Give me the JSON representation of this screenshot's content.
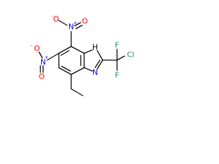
{
  "molecule": {
    "atoms": {
      "nitro_top_o_left": {
        "symbol": "O",
        "charge": "-"
      },
      "nitro_top_n": {
        "symbol": "N",
        "charge": "+"
      },
      "nitro_top_o_right": {
        "symbol": "O"
      },
      "nitro_left_o_top": {
        "symbol": "O",
        "charge": "-"
      },
      "nitro_left_n": {
        "symbol": "N",
        "charge": "+"
      },
      "nitro_left_o_bottom": {
        "symbol": "O"
      },
      "imidazole_nh": {
        "symbol": "H"
      },
      "imidazole_n_bottom": {
        "symbol": "N"
      },
      "fluorine_top": {
        "symbol": "F"
      },
      "chlorine": {
        "symbol": "Cl"
      },
      "fluorine_bottom": {
        "symbol": "F"
      }
    },
    "colors": {
      "carbon_bonds": "#000000",
      "nitrogen": "#0000ff",
      "oxygen": "#ff0000",
      "fluorine": "#2e8b57",
      "chlorine": "#2e8b57"
    }
  }
}
